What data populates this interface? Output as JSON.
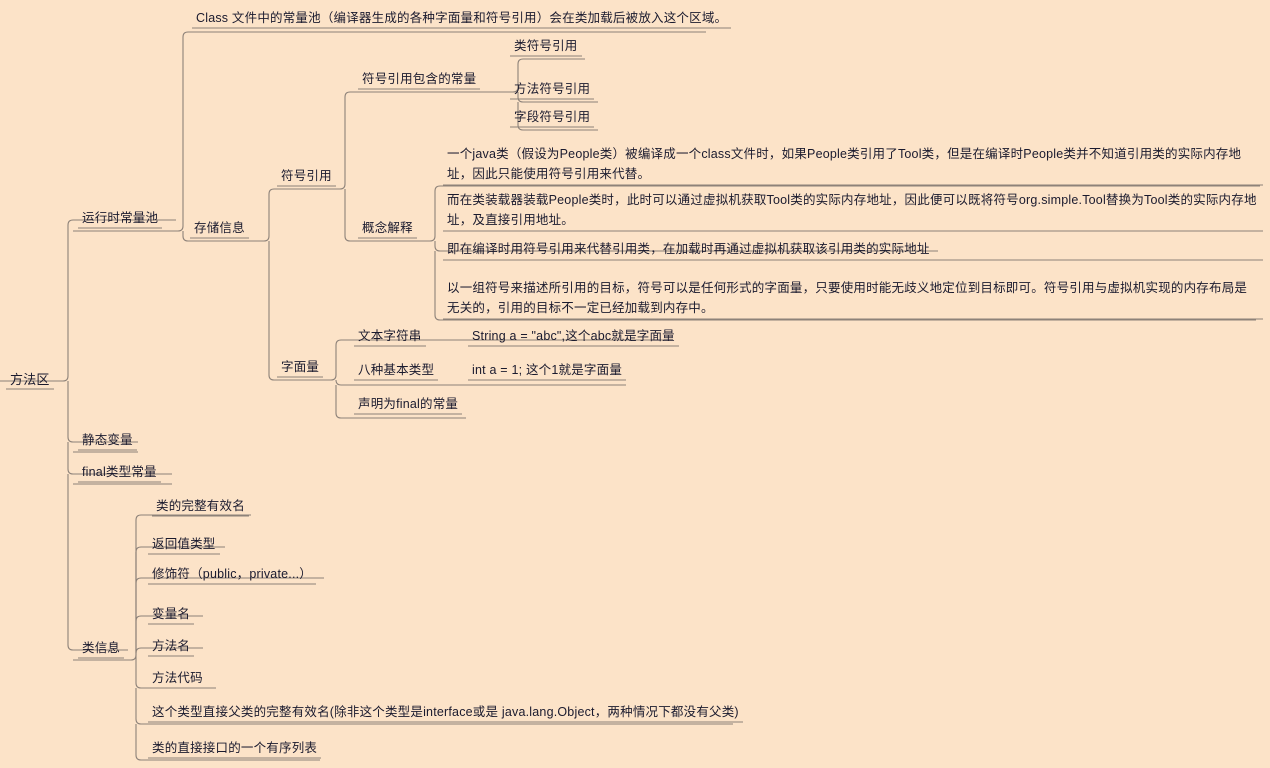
{
  "theme": {
    "background": "#fce3c8",
    "line_color": "#8d8279",
    "text_color": "#1a1a2e"
  },
  "mindmap": {
    "root": "方法区",
    "nodes": {
      "root": "方法区",
      "runtime_constant_pool": "运行时常量池",
      "static_variables": "静态变量",
      "final_constants": "final类型常量",
      "class_info": "类信息",
      "class_pool_desc": "Class 文件中的常量池（编译器生成的各种字面量和符号引用）会在类加载后被放入这个区域。",
      "storage_info": "存储信息",
      "symbolic_reference": "符号引用",
      "literal": "字面量",
      "symref_constants": "符号引用包含的常量",
      "symref_class": "类符号引用",
      "symref_method": "方法符号引用",
      "symref_field": "字段符号引用",
      "concept_explain": "概念解释",
      "concept_1": "一个java类（假设为People类）被编译成一个class文件时，如果People类引用了Tool类，但是在编译时People类并不知道引用类的实际内存地址，因此只能使用符号引用来代替。",
      "concept_2": "而在类装载器装载People类时，此时可以通过虚拟机获取Tool类的实际内存地址，因此便可以既将符号org.simple.Tool替换为Tool类的实际内存地址，及直接引用地址。",
      "concept_3": "即在编译时用符号引用来代替引用类，在加载时再通过虚拟机获取该引用类的实际地址",
      "concept_4": "以一组符号来描述所引用的目标，符号可以是任何形式的字面量，只要使用时能无歧义地定位到目标即可。符号引用与虚拟机实现的内存布局是无关的，引用的目标不一定已经加载到内存中。",
      "literal_text_string": "文本字符串",
      "literal_text_string_ex": "String a = \"abc\",这个abc就是字面量",
      "literal_primitive": "八种基本类型",
      "literal_primitive_ex": "int a = 1; 这个1就是字面量",
      "literal_final": "声明为final的常量",
      "class_full_name": "类的完整有效名",
      "class_return_type": "返回值类型",
      "class_modifier": "修饰符（public，private...）",
      "class_var_name": "变量名",
      "class_method_name": "方法名",
      "class_method_code": "方法代码",
      "class_super_name": "这个类型直接父类的完整有效名(除非这个类型是interface或是 java.lang.Object，两种情况下都没有父类)",
      "class_interfaces": "类的直接接口的一个有序列表"
    }
  }
}
